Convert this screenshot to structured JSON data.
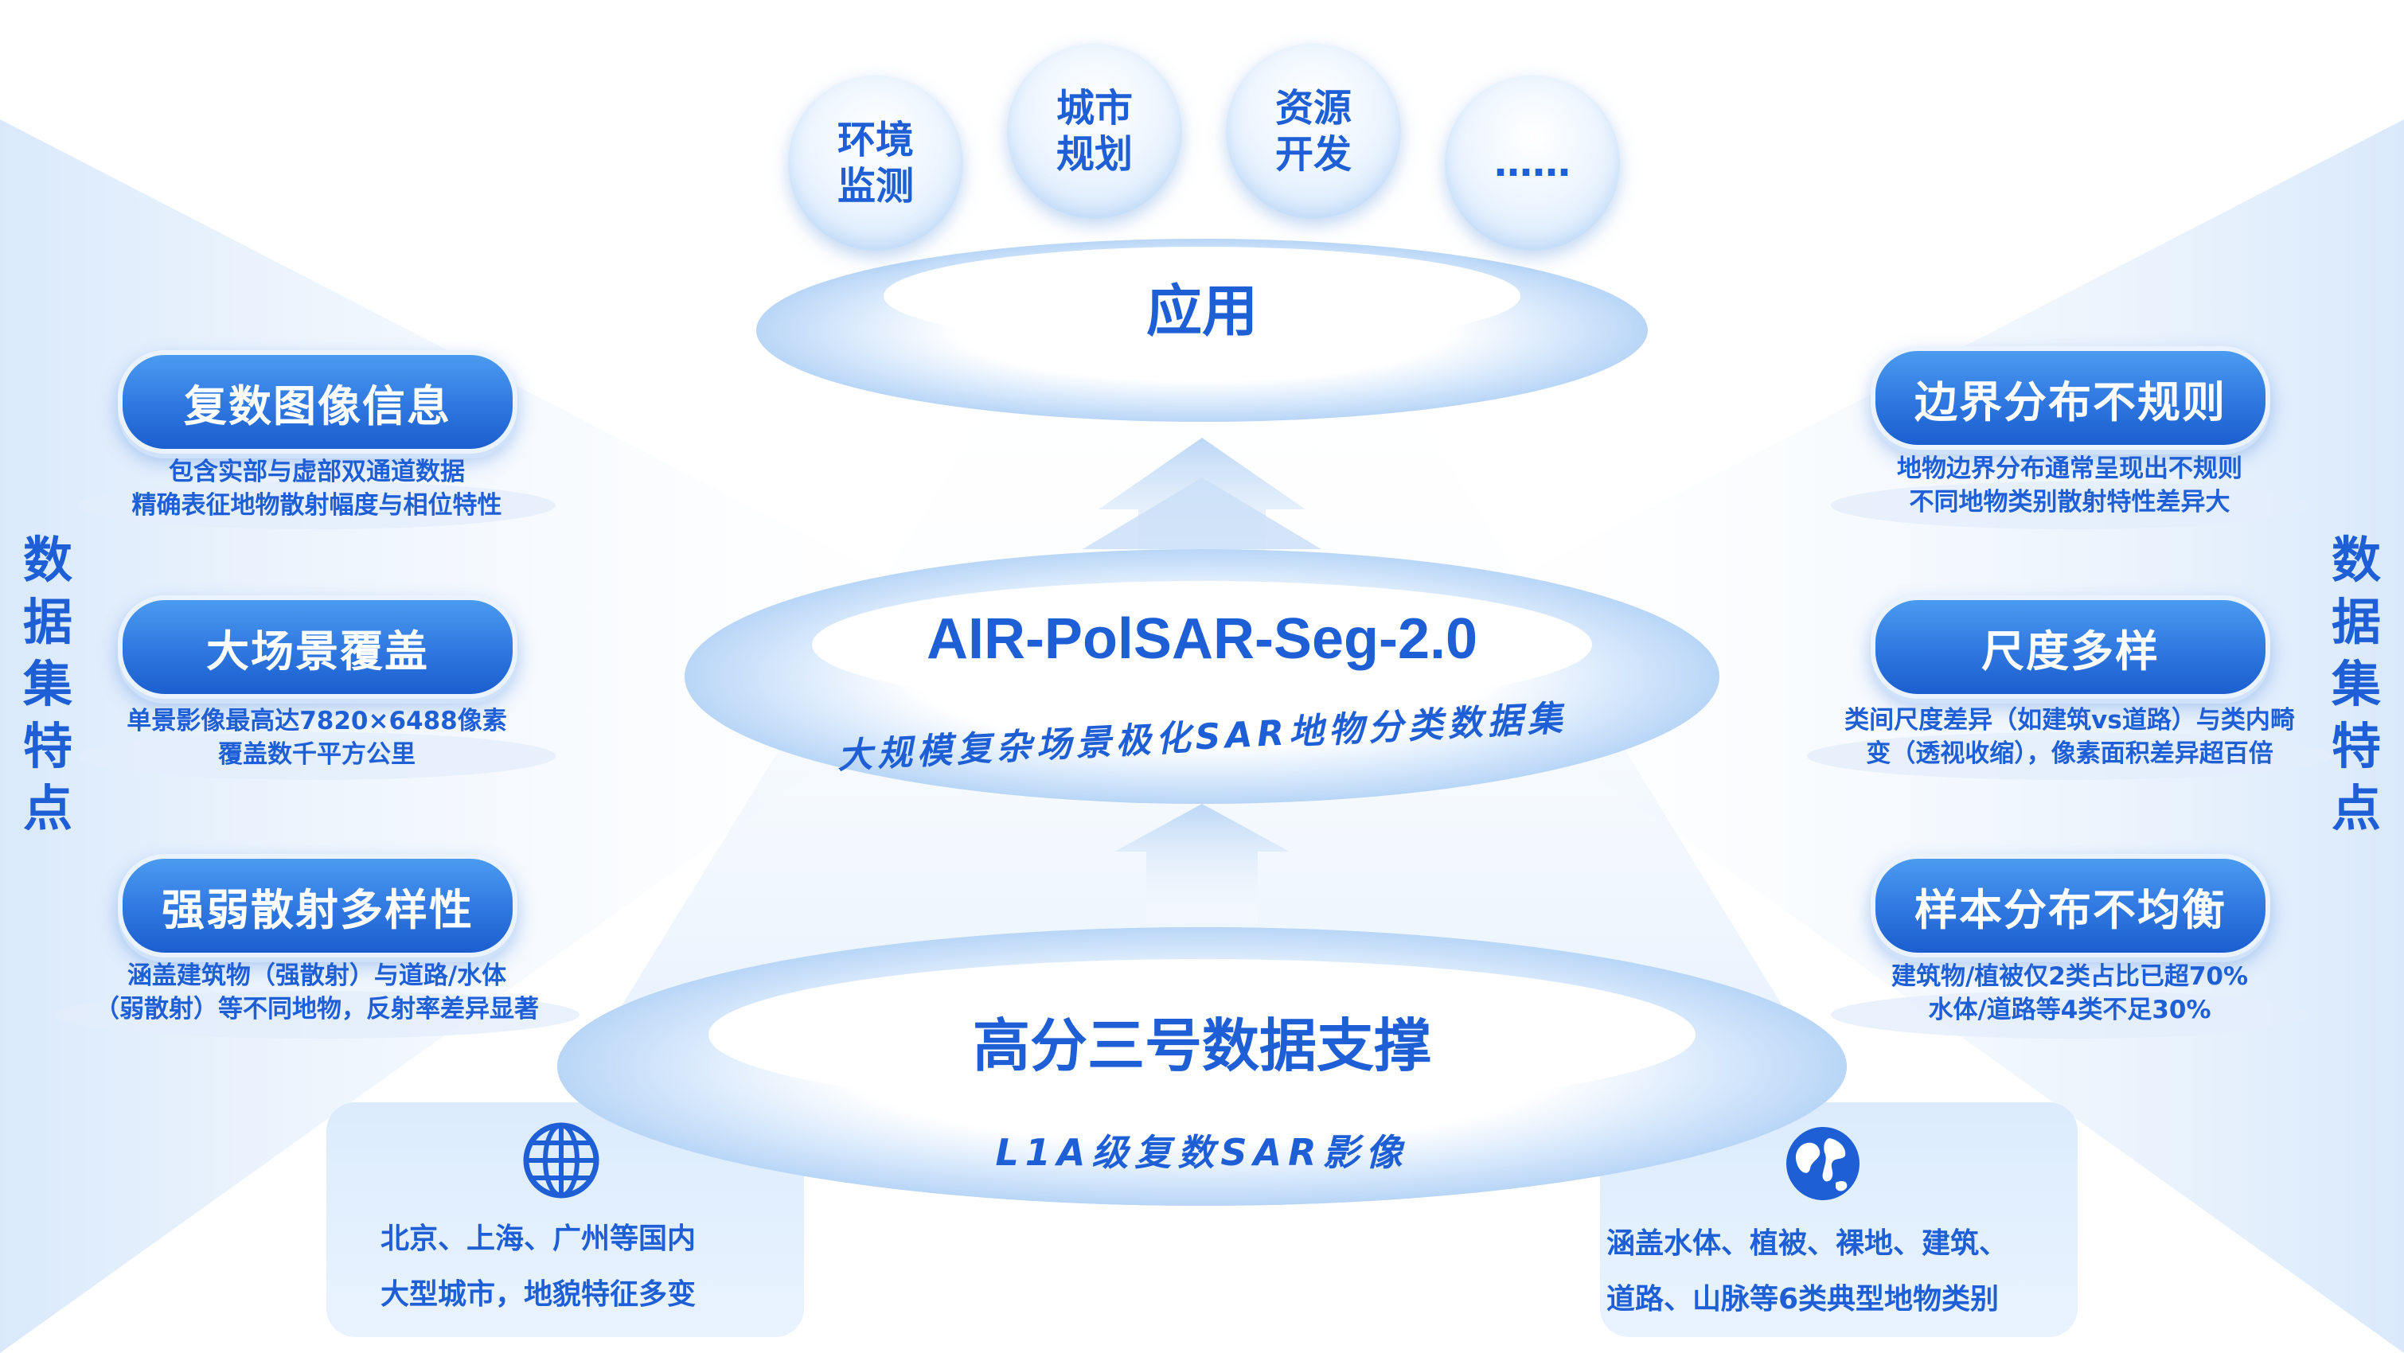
{
  "side_title_left": [
    "数",
    "据",
    "集",
    "特",
    "点"
  ],
  "side_title_right": [
    "数",
    "据",
    "集",
    "特",
    "点"
  ],
  "applications": {
    "items": [
      {
        "line1": "环境",
        "line2": "监测"
      },
      {
        "line1": "城市",
        "line2": "规划"
      },
      {
        "line1": "资源",
        "line2": "开发"
      },
      {
        "line1": "……",
        "line2": ""
      }
    ],
    "label": "应用"
  },
  "dataset": {
    "name": "AIR-PolSAR-Seg-2.0",
    "subtitle": "大规模复杂场景极化SAR地物分类数据集"
  },
  "source": {
    "title": "高分三号数据支撑",
    "subtitle": "L1A级复数SAR影像"
  },
  "left_features": [
    {
      "title": "复数图像信息",
      "lines": [
        "包含实部与虚部双通道数据",
        "精确表征地物散射幅度与相位特性"
      ]
    },
    {
      "title": "大场景覆盖",
      "lines": [
        "单景影像最高达7820×6488像素",
        "覆盖数千平方公里"
      ]
    },
    {
      "title": "强弱散射多样性",
      "lines": [
        "涵盖建筑物（强散射）与道路/水体",
        "（弱散射）等不同地物，反射率差异显著"
      ]
    }
  ],
  "right_features": [
    {
      "title": "边界分布不规则",
      "lines": [
        "地物边界分布通常呈现出不规则",
        "不同地物类别散射特性差异大"
      ]
    },
    {
      "title": "尺度多样",
      "lines": [
        "类间尺度差异（如建筑vs道路）与类内畸",
        "变（透视收缩），像素面积差异超百倍"
      ]
    },
    {
      "title": "样本分布不均衡",
      "lines": [
        "建筑物/植被仅2类占比已超70%",
        "水体/道路等4类不足30%"
      ]
    }
  ],
  "bottom": {
    "left_lines": [
      "北京、上海、广州等国内",
      "大型城市，地貌特征多变"
    ],
    "right_lines": [
      "涵盖水体、植被、裸地、建筑、",
      "道路、山脉等6类典型地物类别"
    ],
    "left_icon": "globe-grid-icon",
    "right_icon": "earth-icon"
  },
  "colors": {
    "primary_text": "#1f5fd6",
    "pill_blue": "#2f77e0",
    "light_blue": "#dcecfd"
  }
}
